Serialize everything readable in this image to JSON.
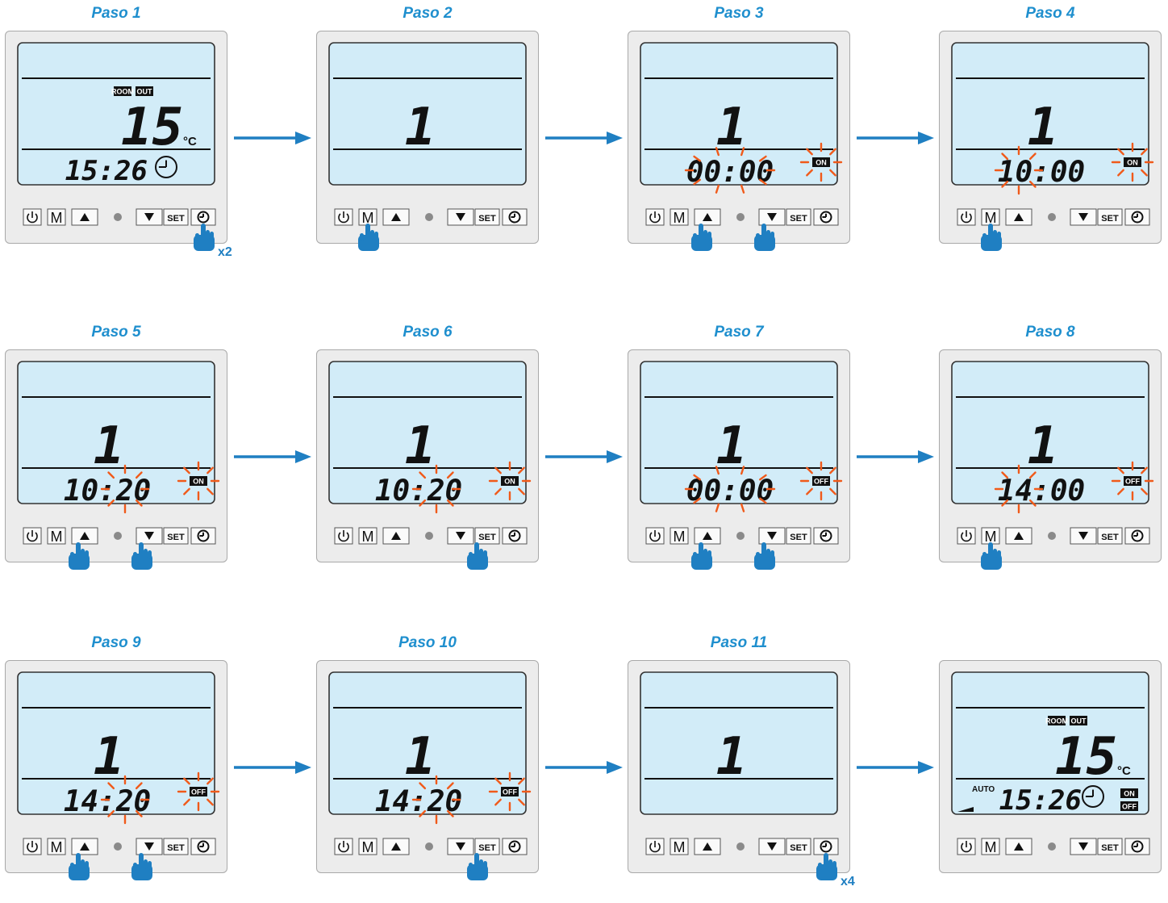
{
  "steps": [
    {
      "title": "Paso 1"
    },
    {
      "title": "Paso 2"
    },
    {
      "title": "Paso 3"
    },
    {
      "title": "Paso 4"
    },
    {
      "title": "Paso 5"
    },
    {
      "title": "Paso 6"
    },
    {
      "title": "Paso 7"
    },
    {
      "title": "Paso 8"
    },
    {
      "title": "Paso 9"
    },
    {
      "title": "Paso 10"
    },
    {
      "title": "Paso 11"
    },
    {
      "title": ""
    }
  ],
  "panels": [
    {
      "mode": "home",
      "room": "ROOM",
      "out": "OUT",
      "temp": "15",
      "unit": "°C",
      "time": "15:26",
      "press": [
        "clock"
      ],
      "repeat": "x2"
    },
    {
      "mode": "prog",
      "prog": "1",
      "press": [
        "m"
      ]
    },
    {
      "mode": "prog",
      "prog": "1",
      "time": "00:00",
      "flag": "ON",
      "blink_time": "all",
      "press": [
        "up",
        "down"
      ]
    },
    {
      "mode": "prog",
      "prog": "1",
      "time": "10:00",
      "flag": "ON",
      "blink_time": "hours",
      "press": [
        "m"
      ]
    },
    {
      "mode": "prog",
      "prog": "1",
      "time": "10:20",
      "flag": "ON",
      "blink_time": "minutes",
      "press": [
        "up",
        "down"
      ]
    },
    {
      "mode": "prog",
      "prog": "1",
      "time": "10:20",
      "flag": "ON",
      "blink_time": "minutes",
      "press": [
        "set"
      ]
    },
    {
      "mode": "prog",
      "prog": "1",
      "time": "00:00",
      "flag": "OFF",
      "blink_time": "all",
      "press": [
        "up",
        "down"
      ]
    },
    {
      "mode": "prog",
      "prog": "1",
      "time": "14:00",
      "flag": "OFF",
      "blink_time": "hours",
      "press": [
        "m"
      ]
    },
    {
      "mode": "prog",
      "prog": "1",
      "time": "14:20",
      "flag": "OFF",
      "blink_time": "minutes",
      "press": [
        "up",
        "down"
      ]
    },
    {
      "mode": "prog",
      "prog": "1",
      "time": "14:20",
      "flag": "OFF",
      "blink_time": "minutes",
      "press": [
        "set"
      ]
    },
    {
      "mode": "prog",
      "prog": "1",
      "press": [
        "clock"
      ],
      "repeat": "x4"
    },
    {
      "mode": "final",
      "room": "ROOM",
      "out": "OUT",
      "temp": "15",
      "unit": "°C",
      "time": "15:26",
      "auto": "AUTO",
      "on": "ON",
      "off": "OFF",
      "press": []
    }
  ],
  "keys": {
    "m": "M",
    "set": "SET"
  },
  "colors": {
    "title": "#1f8fce",
    "arrow": "#1f7fc2",
    "hand": "#1f7fc2",
    "lcd": "#d2ecf8",
    "blink": "#f05a1a",
    "panel": "#ececec",
    "ink": "#111111"
  }
}
